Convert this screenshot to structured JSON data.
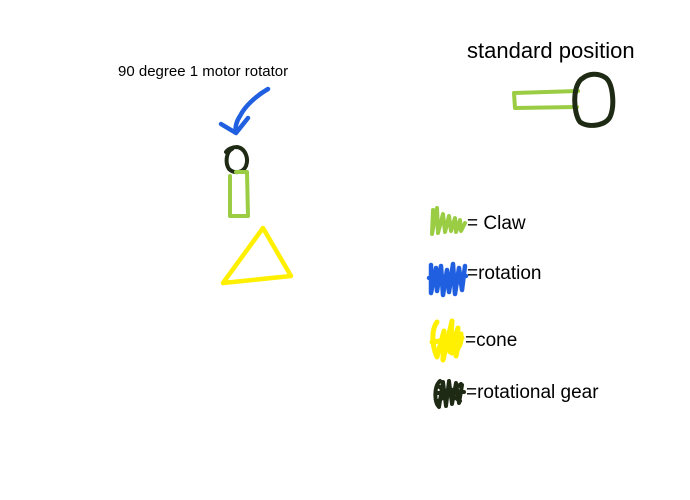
{
  "titles": {
    "rotator": "90 degree 1 motor rotator",
    "standard_position": "standard position"
  },
  "legend": {
    "claw": "= Claw",
    "rotation": "=rotation",
    "cone": "=cone",
    "rotational_gear": "=rotational gear"
  },
  "colors": {
    "claw": "#9ACD44",
    "rotation": "#1F5FE0",
    "cone": "#FFEF00",
    "rotational_gear": "#1F2A14"
  }
}
